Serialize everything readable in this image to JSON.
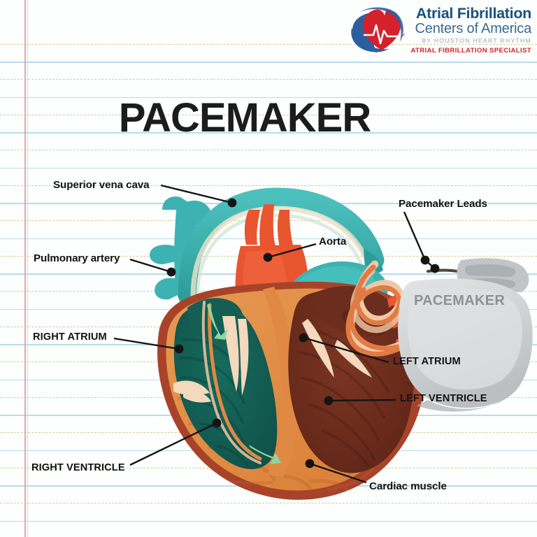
{
  "page": {
    "title": "PACEMAKER",
    "background": "lined-notebook-paper"
  },
  "logo": {
    "line1": "Atrial Fibrillation",
    "line2": "Centers of America",
    "line3": "BY HOUSTON HEART RHYTHM",
    "line4": "ATRIAL FIBRILLATION SPECIALIST",
    "mark_name": "heart-ekg-logo-icon",
    "colors": {
      "blue": "#2d5f9e",
      "red": "#d5212b",
      "navy_text": "#19527e",
      "gray_text": "#9aa3ab",
      "red_text": "#d2232a"
    }
  },
  "device": {
    "label": "PACEMAKER",
    "body_color": "#c9cbcc",
    "text_color": "#8e9194"
  },
  "labels": [
    {
      "id": "superior-vena-cava",
      "text": "Superior vena cava",
      "case": "mixed",
      "side": "left"
    },
    {
      "id": "pulmonary-artery",
      "text": "Pulmonary artery",
      "case": "mixed",
      "side": "left"
    },
    {
      "id": "right-atrium",
      "text": "RIGHT ATRIUM",
      "case": "caps",
      "side": "left"
    },
    {
      "id": "right-ventricle",
      "text": "RIGHT VENTRICLE",
      "case": "caps",
      "side": "left"
    },
    {
      "id": "aorta",
      "text": "Aorta",
      "case": "mixed",
      "side": "right"
    },
    {
      "id": "pacemaker-leads",
      "text": "Pacemaker Leads",
      "case": "mixed",
      "side": "right"
    },
    {
      "id": "left-atrium",
      "text": "LEFT ATRIUM",
      "case": "caps",
      "side": "right"
    },
    {
      "id": "left-ventricle",
      "text": "LEFT VENTRICLE",
      "case": "caps",
      "side": "right"
    },
    {
      "id": "cardiac-muscle",
      "text": "Cardiac muscle",
      "case": "mixed",
      "side": "right"
    }
  ],
  "anatomy_colors": {
    "vessel_teal": "#3cb3b2",
    "vessel_teal_dark": "#2a9d9a",
    "aorta_red": "#e8552f",
    "right_chamber": "#145e53",
    "left_chamber": "#6b2d1d",
    "myocardium": "#e08944",
    "epicardium": "#a8432a",
    "valve_cream": "#f3d9bd",
    "lead_orange": "#e07b43",
    "lead_cream": "#f2c7a6",
    "arrow_green": "#8fd6a0"
  },
  "paper": {
    "rule_color": "#b9dcea",
    "dash_color": "#cfc58a",
    "margin_color": "#e79b95"
  }
}
